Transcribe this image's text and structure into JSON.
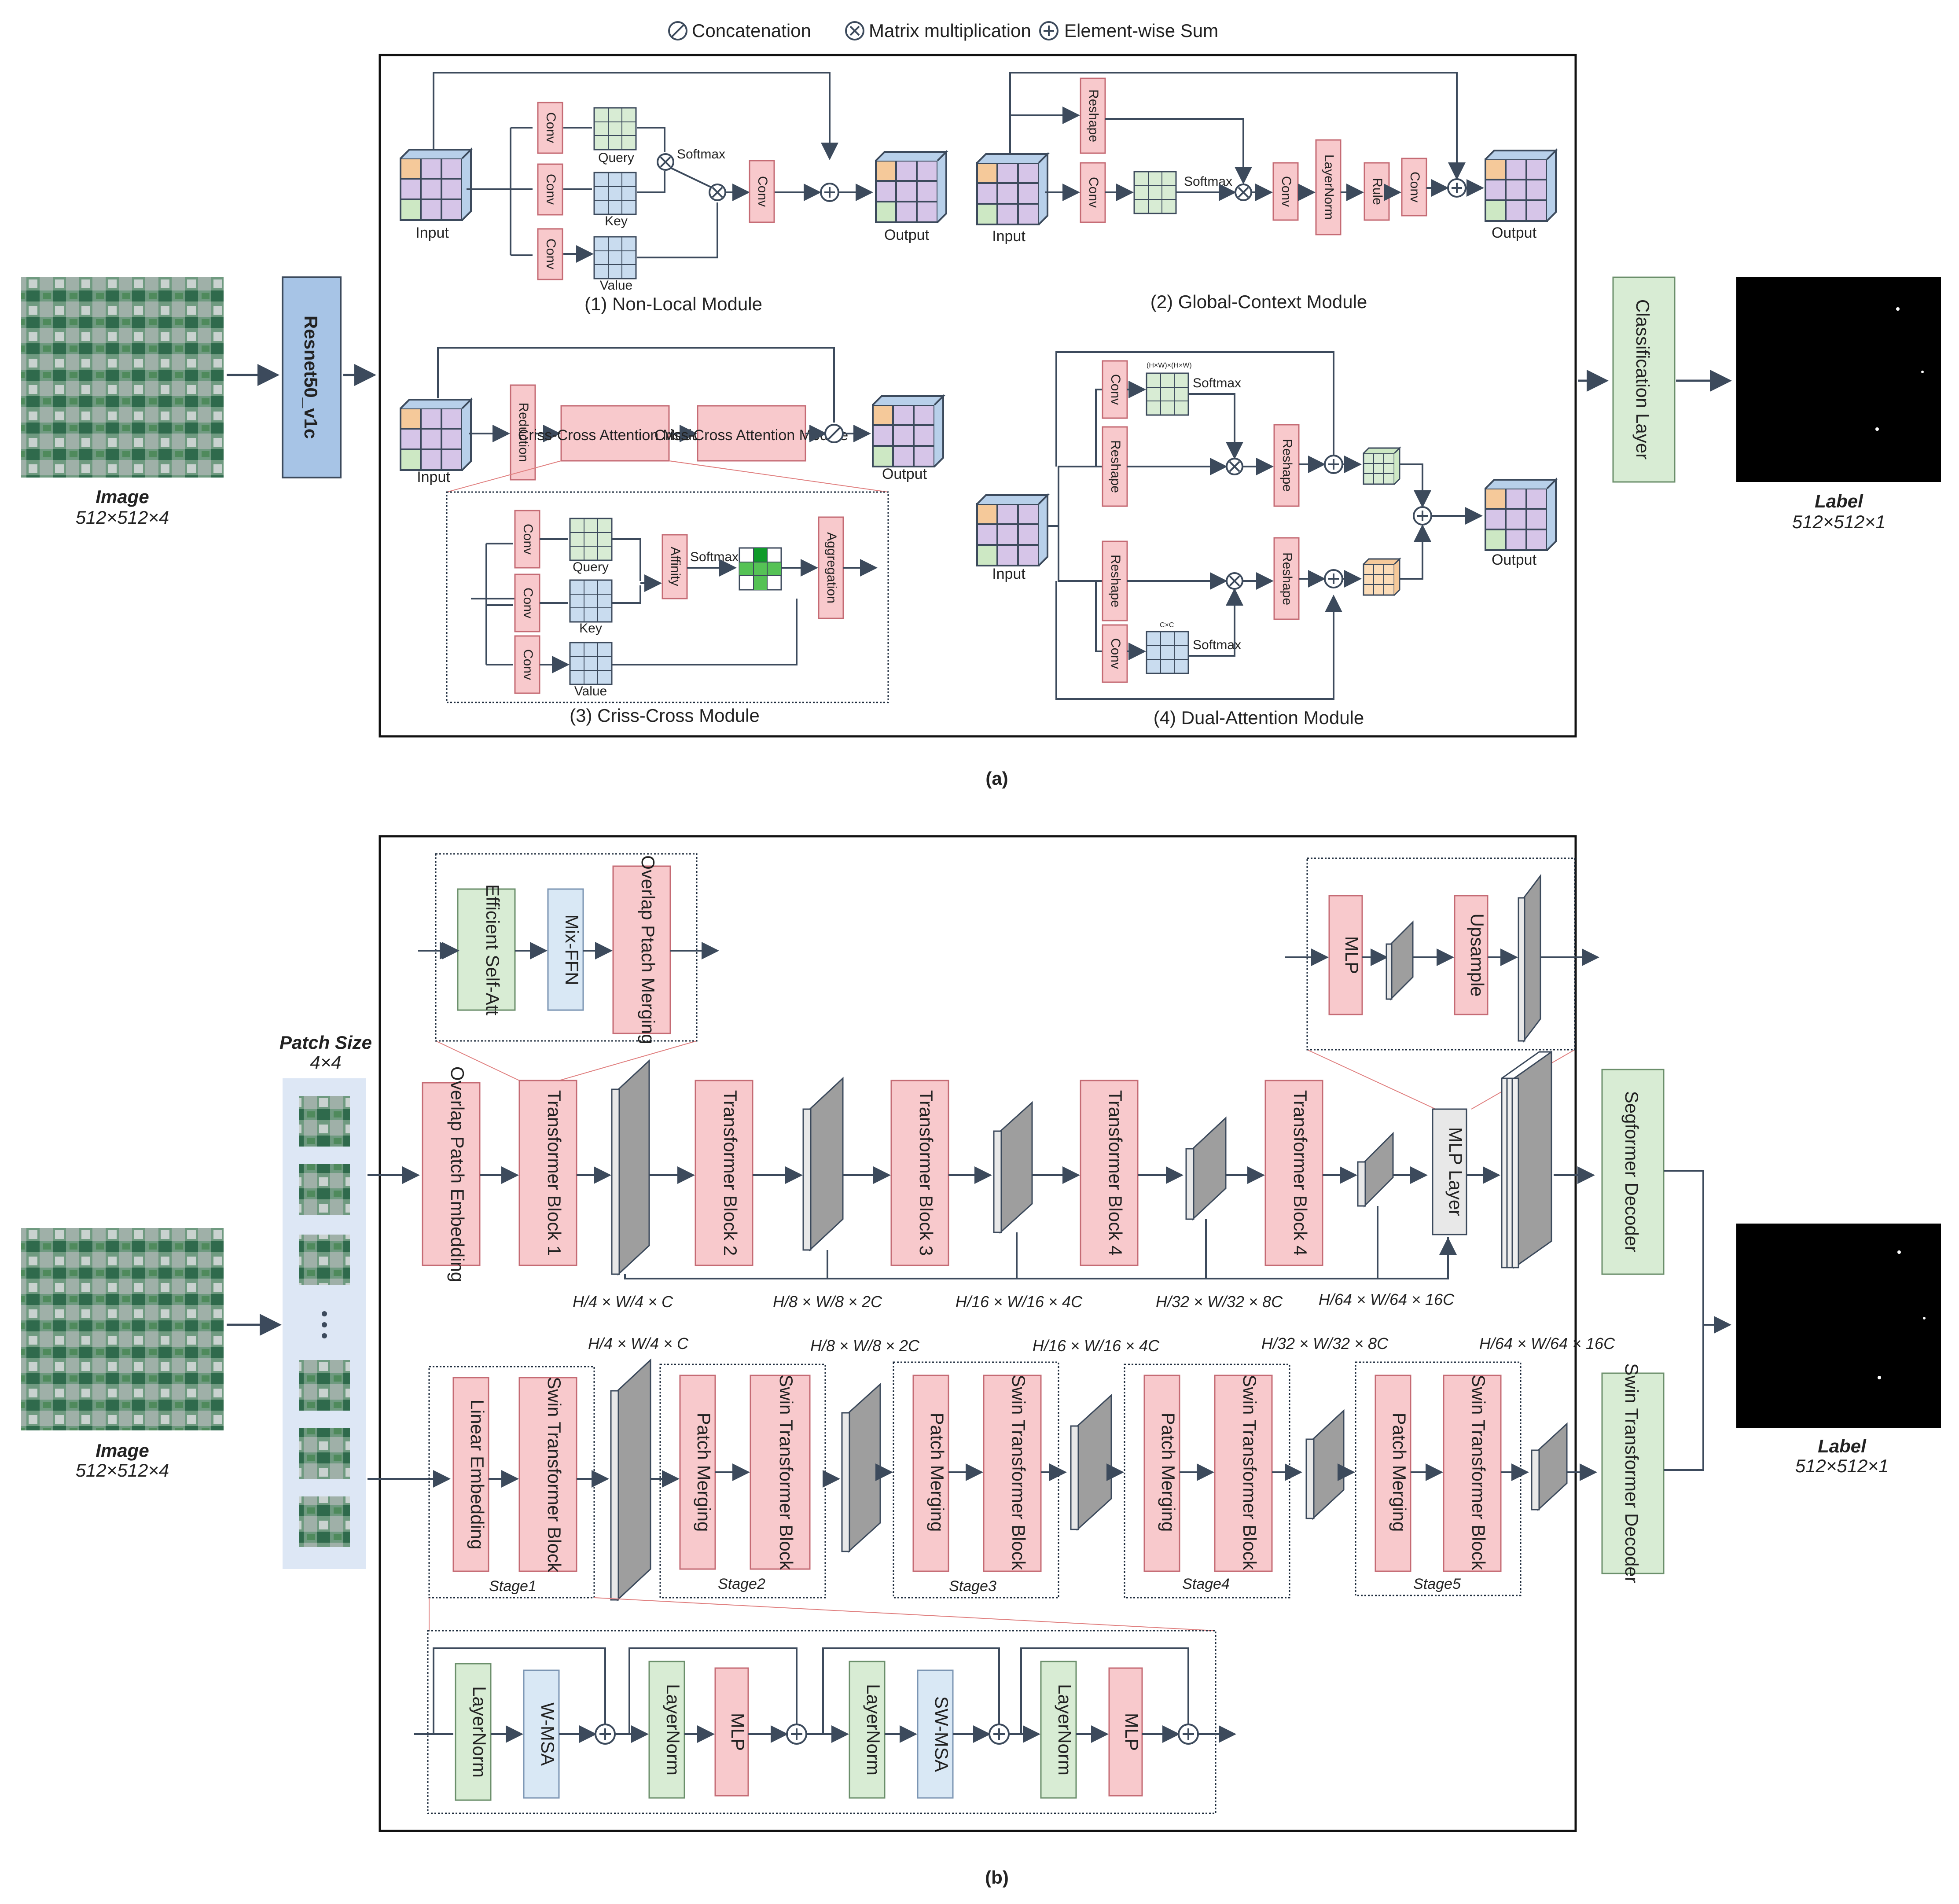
{
  "legend": {
    "concat": "Concatenation",
    "matmul": "Matrix multiplication",
    "sum": "Element-wise Sum"
  },
  "labels": {
    "image": "Image",
    "image_size": "512×512×4",
    "label": "Label",
    "label_size": "512×512×1",
    "backbone": "Resnet50_v1c",
    "classification": "Classification Layer",
    "caption_a": "(a)",
    "caption_b": "(b)",
    "patch_size": "Patch Size",
    "patch_dims": "4×4"
  },
  "modules": {
    "nonlocal": {
      "title": "(1) Non-Local Module",
      "conv": "Conv",
      "query": "Query",
      "key": "Key",
      "value": "Value",
      "softmax": "Softmax",
      "input": "Input",
      "output": "Output"
    },
    "gc": {
      "title": "(2) Global-Context Module",
      "reshape": "Reshape",
      "conv": "Conv",
      "softmax": "Softmax",
      "layernorm": "LayerNorm",
      "rule": "Rule",
      "input": "Input",
      "output": "Output"
    },
    "cc": {
      "title": "(3) Criss-Cross Module",
      "reduction": "Reduction",
      "cca1": "Criss-Cross Attention Module",
      "cca2": "Criss-Cross Attention Module",
      "conv": "Conv",
      "query": "Query",
      "key": "Key",
      "value": "Value",
      "affinity": "Affinity",
      "softmax": "Softmax",
      "aggregation": "Aggregation",
      "input": "Input",
      "output": "Output"
    },
    "da": {
      "title": "(4) Dual-Attention Module",
      "conv": "Conv",
      "reshape": "Reshape",
      "softmax": "Softmax",
      "pam_dim": "(H×W)×(H×W)",
      "cam_dim": "C×C",
      "input": "Input",
      "output": "Output"
    }
  },
  "segformer": {
    "detail": [
      "Efficient Self-Att",
      "Mix-FFN",
      "Overlap Ptach Merging"
    ],
    "decoder_detail": {
      "mlp": "MLP",
      "upsample": "Upsample"
    },
    "blocks": [
      "Overlap Patch Embedding",
      "Transformer Block 1",
      "Transformer Block 2",
      "Transformer Block 3",
      "Transformer Block 4",
      "Transformer Block 4"
    ],
    "mlp_layer": "MLP Layer",
    "decoder": "Segformer Decoder",
    "dims": [
      "H/4 × W/4 × C",
      "H/8 × W/8 × 2C",
      "H/16 × W/16 × 4C",
      "H/32 × W/32 × 8C",
      "H/64 × W/64 × 16C"
    ]
  },
  "swin": {
    "stages": [
      {
        "name": "Stage1",
        "a": "Linear Embedding",
        "b": "Swin Transformer Block"
      },
      {
        "name": "Stage2",
        "a": "Patch Merging",
        "b": "Swin Transformer Block"
      },
      {
        "name": "Stage3",
        "a": "Patch Merging",
        "b": "Swin Transformer Block"
      },
      {
        "name": "Stage4",
        "a": "Patch Merging",
        "b": "Swin Transformer Block"
      },
      {
        "name": "Stage5",
        "a": "Patch Merging",
        "b": "Swin Transformer Block"
      }
    ],
    "dims": [
      "H/4 × W/4 × C",
      "H/8 × W/8 × 2C",
      "H/16 × W/16 × 4C",
      "H/32 × W/32 × 8C",
      "H/64 × W/64 × 16C"
    ],
    "detail": [
      "LayerNorm",
      "W-MSA",
      "LayerNorm",
      "MLP",
      "LayerNorm",
      "SW-MSA",
      "LayerNorm",
      "MLP"
    ],
    "decoder": "Swin Transformer Decoder"
  },
  "colors": {
    "pink": "#f8c9cc",
    "green": "#d8ecd4",
    "blue": "#c9dcef",
    "backbone": "#a7c4e6",
    "gray": "#bfbfbf",
    "stroke": "#3c4a5c",
    "red": "#e08080"
  }
}
